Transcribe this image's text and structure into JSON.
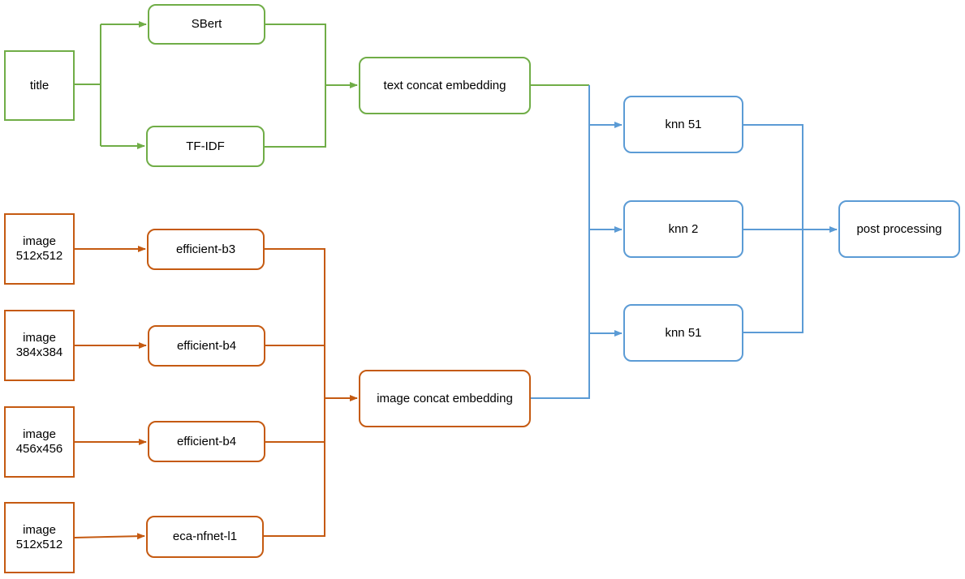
{
  "colors": {
    "text_branch": "#70ad47",
    "image_branch": "#c55a11",
    "knn_branch": "#5b9bd5",
    "background": "#ffffff",
    "text": "#000000"
  },
  "nodes": {
    "title": "title",
    "sbert": "SBert",
    "tfidf": "TF-IDF",
    "text_concat": "text concat embedding",
    "image_1": {
      "line1": "image",
      "line2": "512x512"
    },
    "image_2": {
      "line1": "image",
      "line2": "384x384"
    },
    "image_3": {
      "line1": "image",
      "line2": "456x456"
    },
    "image_4": {
      "line1": "image",
      "line2": "512x512"
    },
    "efficient_b3": "efficient-b3",
    "efficient_b4_a": "efficient-b4",
    "efficient_b4_b": "efficient-b4",
    "eca_nfnet": "eca-nfnet-l1",
    "image_concat": "image concat embedding",
    "knn_1": "knn 51",
    "knn_2": "knn 2",
    "knn_3": "knn 51",
    "post_processing": "post processing"
  }
}
